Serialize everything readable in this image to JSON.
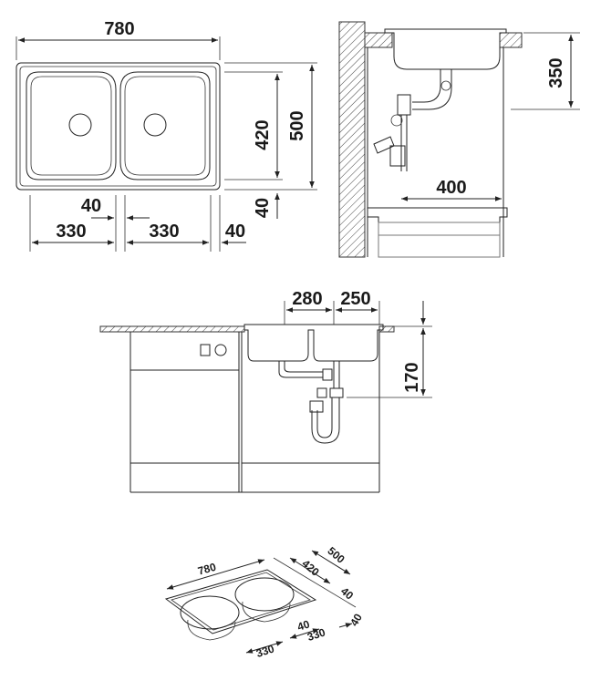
{
  "top_view": {
    "width": "780",
    "depth": "500",
    "bowl_depth": "420",
    "front_margin": "40",
    "divider": "40",
    "bowl_left": "330",
    "bowl_right": "330",
    "side_margin": "40"
  },
  "side_view": {
    "cabinet_depth": "400",
    "height": "350"
  },
  "front_view": {
    "bowl_left": "280",
    "bowl_right": "250",
    "height": "170"
  },
  "iso_view": {
    "width": "780",
    "depth": "500",
    "bowl_depth": "420",
    "front_margin": "40",
    "divider": "40",
    "bowl_left": "330",
    "bowl_right": "330",
    "side_margin": "40"
  }
}
